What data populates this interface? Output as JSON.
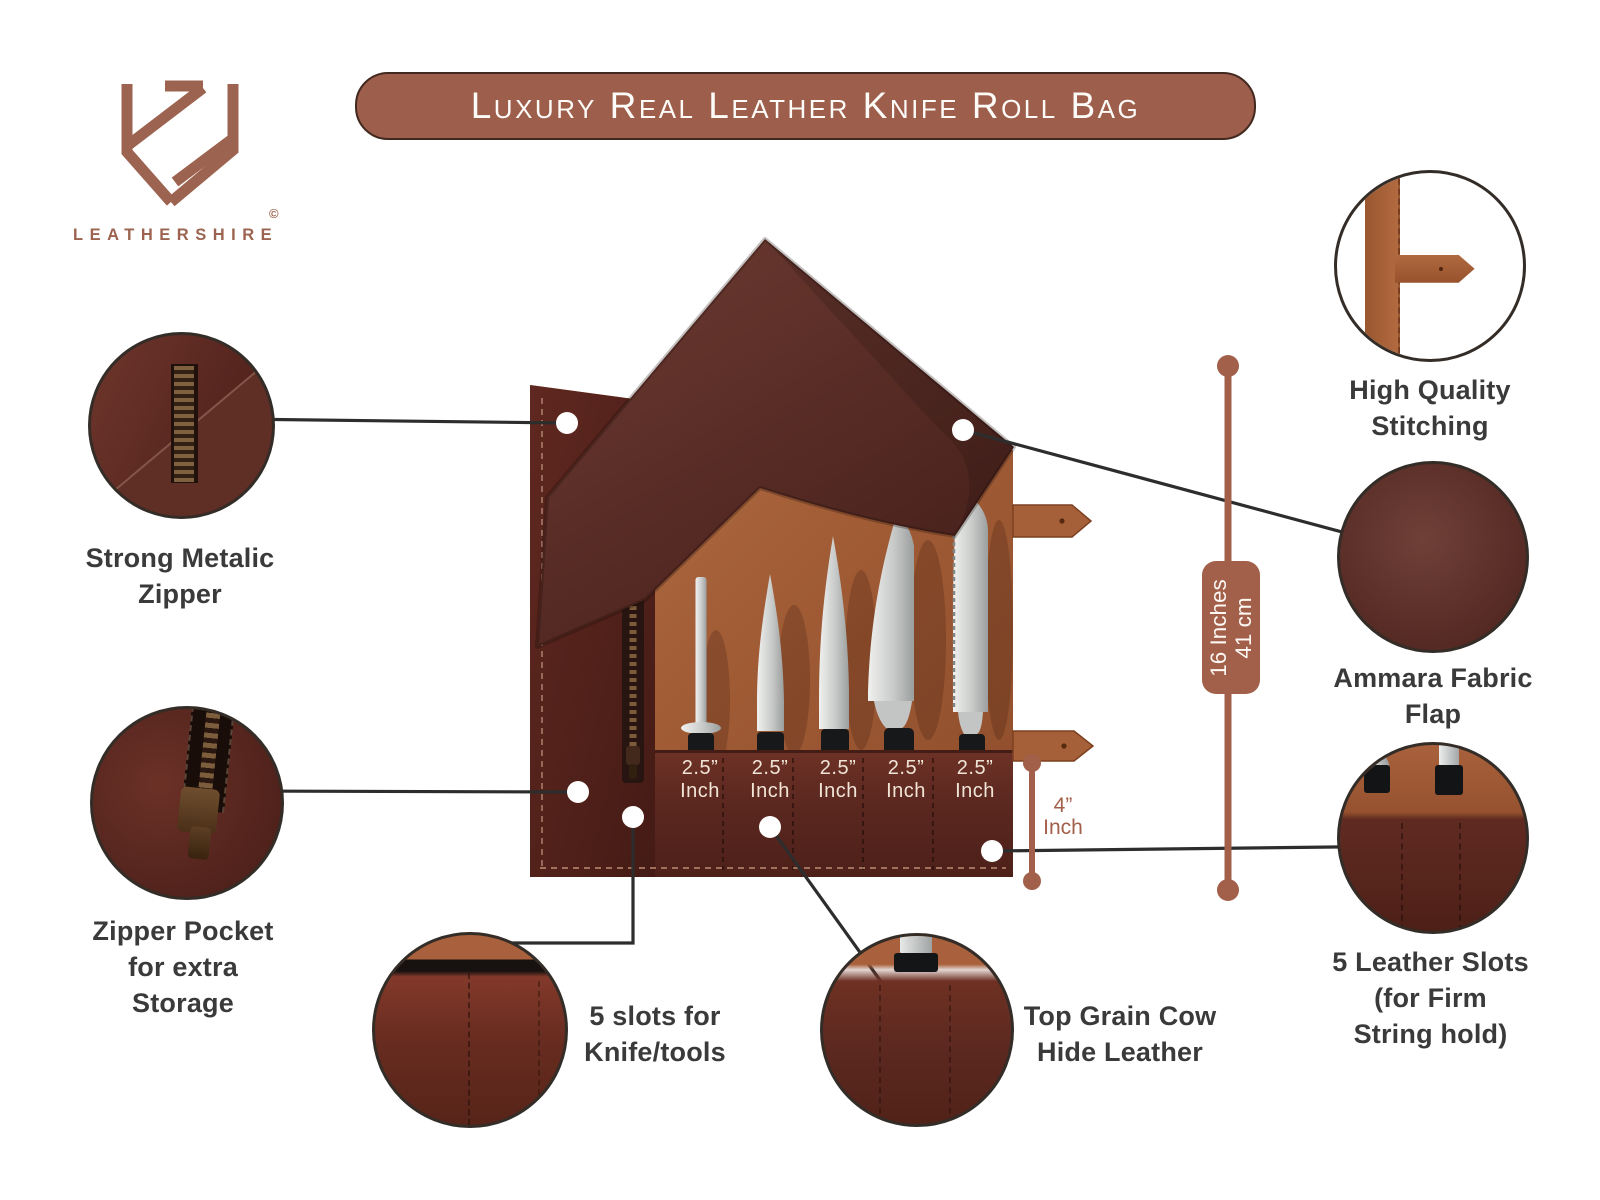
{
  "title": {
    "text": "Luxury Real Leather Knife Roll Bag"
  },
  "brand": {
    "wordmark": "LEATHERSHIRE",
    "copyright": "©"
  },
  "features": [
    {
      "id": "strong-metalic-zipper",
      "line1": "Strong Metalic",
      "line2": "Zipper"
    },
    {
      "id": "zipper-pocket",
      "line1": "Zipper Pocket",
      "line2": "for extra",
      "line3": "Storage"
    },
    {
      "id": "five-slots",
      "line1": "5 slots for",
      "line2": "Knife/tools"
    },
    {
      "id": "top-grain-leather",
      "line1": "Top Grain Cow",
      "line2": "Hide Leather"
    },
    {
      "id": "high-quality-stitching",
      "line1": "High Quality",
      "line2": "Stitching"
    },
    {
      "id": "ammara-fabric-flap",
      "line1": "Ammara Fabric",
      "line2": "Flap"
    },
    {
      "id": "five-leather-slots",
      "line1": "5 Leather Slots",
      "line2": "(for Firm",
      "line3": "String hold)"
    }
  ],
  "measurements": {
    "height": {
      "line1": "16 Inches",
      "line2": "41 cm"
    },
    "strap_gap": {
      "line1": "4”",
      "line2": "Inch"
    },
    "slot_size": {
      "line1": "2.5”",
      "line2": "Inch"
    }
  },
  "colors": {
    "accent_brown": "#a2604a",
    "banner_brown": "#9d5f4b",
    "label_gray": "#3a3a3a",
    "leather_tan": "#a8613c",
    "leather_dark": "#5c2820",
    "flap_maroon": "#5d2f28"
  }
}
